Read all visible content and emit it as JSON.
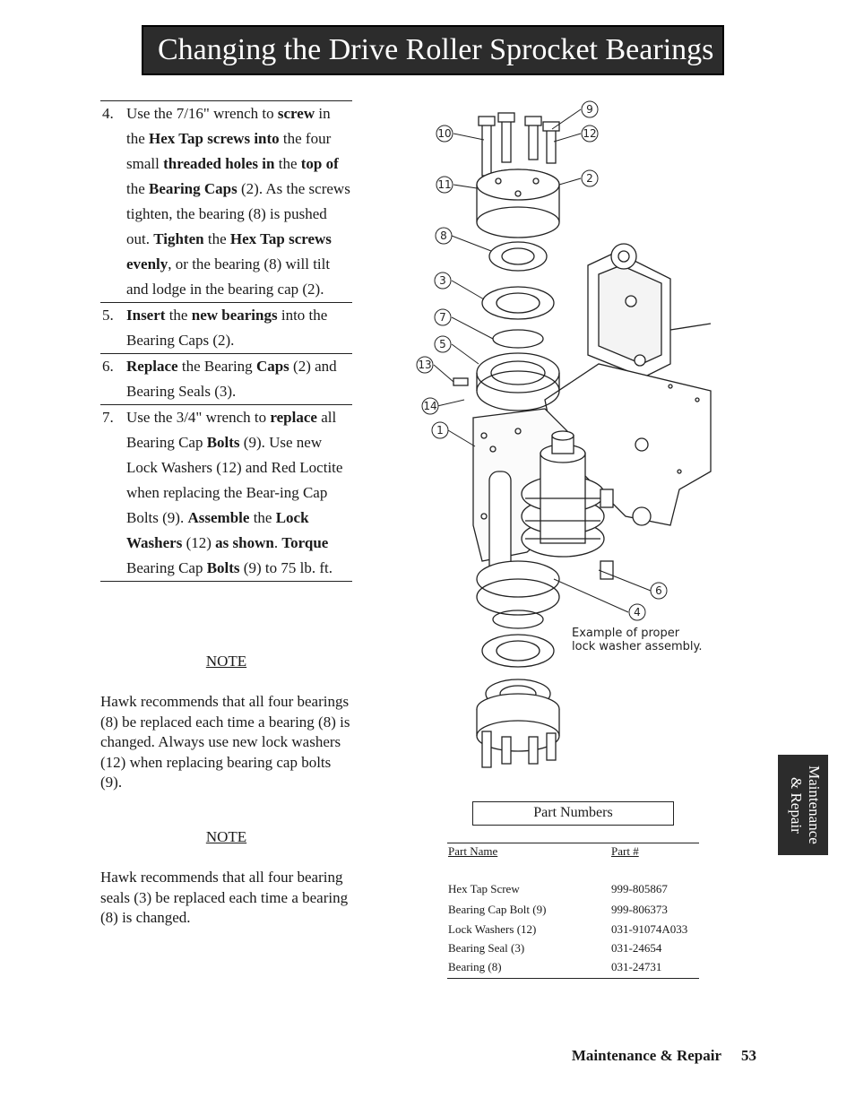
{
  "title": "Changing the Drive Roller Sprocket Bearings",
  "steps": [
    {
      "num": "4.",
      "parts": [
        {
          "t": "Use the 7/16\" wrench to "
        },
        {
          "t": "screw",
          "b": true
        },
        {
          "t": " in the "
        },
        {
          "t": "Hex Tap screws into",
          "b": true
        },
        {
          "t": " the four small "
        },
        {
          "t": "threaded holes in",
          "b": true
        },
        {
          "t": " the "
        },
        {
          "t": "top of",
          "b": true
        },
        {
          "t": " the "
        },
        {
          "t": "Bearing Caps",
          "b": true
        },
        {
          "t": " (2).  As the screws tighten, the bearing (8) is pushed out. "
        },
        {
          "t": "Tighten",
          "b": true
        },
        {
          "t": " the "
        },
        {
          "t": "Hex Tap screws evenly",
          "b": true
        },
        {
          "t": ", or the bearing (8) will tilt and lodge in the bearing cap (2)."
        }
      ]
    },
    {
      "num": "5.",
      "parts": [
        {
          "t": "Insert",
          "b": true
        },
        {
          "t": " the "
        },
        {
          "t": "new bearings",
          "b": true
        },
        {
          "t": " into the Bearing Caps (2)."
        }
      ]
    },
    {
      "num": "6.",
      "parts": [
        {
          "t": "Replace",
          "b": true
        },
        {
          "t": " the Bearing "
        },
        {
          "t": "Caps",
          "b": true
        },
        {
          "t": " (2) and Bearing Seals (3)."
        }
      ]
    },
    {
      "num": "7.",
      "parts": [
        {
          "t": "Use the 3/4\" wrench to "
        },
        {
          "t": "replace",
          "b": true
        },
        {
          "t": " all Bearing Cap "
        },
        {
          "t": "Bolts",
          "b": true
        },
        {
          "t": " (9).  Use new Lock Washers (12) and Red Loctite when replacing the Bear-ing Cap Bolts (9).  "
        },
        {
          "t": "Assemble",
          "b": true
        },
        {
          "t": " the "
        },
        {
          "t": "Lock Washers",
          "b": true
        },
        {
          "t": " (12) "
        },
        {
          "t": "as shown",
          "b": true
        },
        {
          "t": ". "
        },
        {
          "t": "Torque",
          "b": true
        },
        {
          "t": " Bearing Cap "
        },
        {
          "t": "Bolts",
          "b": true
        },
        {
          "t": " (9) to 75 lb. ft."
        }
      ]
    }
  ],
  "notes": [
    {
      "heading": "NOTE",
      "text": "Hawk recommends that all four bearings (8) be replaced each time a bearing (8) is changed.  Always use new lock washers (12) when replacing bearing cap bolts (9)."
    },
    {
      "heading": "NOTE",
      "text": "Hawk recommends that all four bearing seals (3) be replaced each time a bearing (8) is changed."
    }
  ],
  "diagram": {
    "callouts": [
      "9",
      "10",
      "12",
      "11",
      "2",
      "8",
      "3",
      "7",
      "5",
      "13",
      "14",
      "1",
      "6",
      "4"
    ],
    "caption_line1": "Example of proper",
    "caption_line2": "lock washer assembly."
  },
  "parts_table": {
    "title": "Part Numbers",
    "col_name": "Part Name",
    "col_num": "Part  #",
    "rows": [
      {
        "name": "Hex Tap Screw",
        "num": "999-805867"
      },
      {
        "name": "Bearing Cap Bolt (9)",
        "num": "999-806373"
      },
      {
        "name": "Lock Washers  (12)",
        "num": "031-91074A033"
      },
      {
        "name": "Bearing Seal (3)",
        "num": "031-24654"
      },
      {
        "name": "Bearing (8)",
        "num": "031-24731"
      }
    ]
  },
  "side_tab": {
    "line1": "Maintenance",
    "line2": "& Repair"
  },
  "footer": {
    "section": "Maintenance & Repair",
    "page": "53"
  }
}
